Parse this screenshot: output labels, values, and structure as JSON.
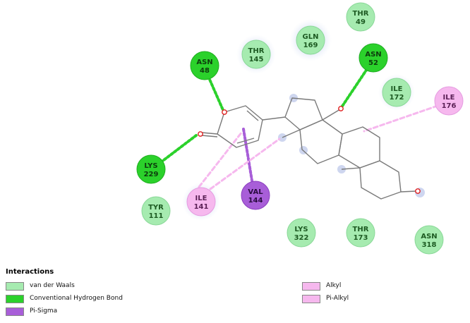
{
  "colors": {
    "van_der_waals": "#a6ebb0",
    "conventional_hbond": "#2bd12b",
    "pi_sigma": "#a85ed8",
    "alkyl": "#f6b8ee",
    "pi_alkyl": "#f6b8ee",
    "bond": "#7a7a7a",
    "oxygen": "#e02020"
  },
  "residues": [
    {
      "id": "thr49",
      "name": "THR",
      "num": "49",
      "type": "van_der_waals"
    },
    {
      "id": "asn48",
      "name": "ASN",
      "num": "48",
      "type": "conventional_hbond"
    },
    {
      "id": "thr145",
      "name": "THR",
      "num": "145",
      "type": "van_der_waals"
    },
    {
      "id": "gln169",
      "name": "GLN",
      "num": "169",
      "type": "van_der_waals"
    },
    {
      "id": "asn52",
      "name": "ASN",
      "num": "52",
      "type": "conventional_hbond"
    },
    {
      "id": "ile172",
      "name": "ILE",
      "num": "172",
      "type": "van_der_waals"
    },
    {
      "id": "ile176",
      "name": "ILE",
      "num": "176",
      "type": "alkyl"
    },
    {
      "id": "lys229",
      "name": "LYS",
      "num": "229",
      "type": "conventional_hbond"
    },
    {
      "id": "ile141",
      "name": "ILE",
      "num": "141",
      "type": "alkyl"
    },
    {
      "id": "val144",
      "name": "VAL",
      "num": "144",
      "type": "pi_sigma"
    },
    {
      "id": "tyr111",
      "name": "TYR",
      "num": "111",
      "type": "van_der_waals"
    },
    {
      "id": "lys322",
      "name": "LYS",
      "num": "322",
      "type": "van_der_waals"
    },
    {
      "id": "thr173",
      "name": "THR",
      "num": "173",
      "type": "van_der_waals"
    },
    {
      "id": "asn318",
      "name": "ASN",
      "num": "318",
      "type": "van_der_waals"
    }
  ],
  "legend": {
    "title": "Interactions",
    "items": [
      {
        "label": "van der Waals",
        "type": "van_der_waals"
      },
      {
        "label": "Conventional Hydrogen Bond",
        "type": "conventional_hbond"
      },
      {
        "label": "Pi-Sigma",
        "type": "pi_sigma"
      },
      {
        "label": "Alkyl",
        "type": "alkyl"
      },
      {
        "label": "Pi-Alkyl",
        "type": "pi_alkyl"
      }
    ]
  }
}
